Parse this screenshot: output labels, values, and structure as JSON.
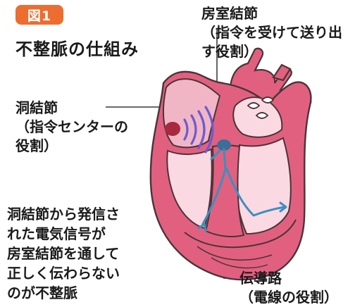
{
  "figure": {
    "badge": "図1",
    "title": "不整脈の仕組み"
  },
  "labels": {
    "av_node": {
      "name": "房室結節",
      "role": "（指令を受けて送り出",
      "role2": "す役割）"
    },
    "sa_node": {
      "name": "洞結節",
      "role": "（指令センターの",
      "role2": "役割）"
    },
    "conduction_path": {
      "name": "伝導路",
      "role": "（電線の役割）"
    }
  },
  "explanation": {
    "lines": [
      "洞結節から発信さ",
      "れた電気信号が",
      "房室結節を通して",
      "正しく伝わらない",
      "のが不整脈"
    ]
  },
  "colors": {
    "badge": "#ec6d2f",
    "heart_fill": "#f1b6c5",
    "heart_outline": "#4a3438",
    "wall": "#e2607f",
    "inner": "#fbd9e2",
    "sa_node": "#a8293f",
    "signal_waves": "#6a5bd0",
    "conduction": "#3b8fbf",
    "text": "#1a1a1a"
  },
  "icons": [
    "sa-node-dot",
    "signal-waves",
    "conduction-arrows",
    "heart-illustration"
  ]
}
